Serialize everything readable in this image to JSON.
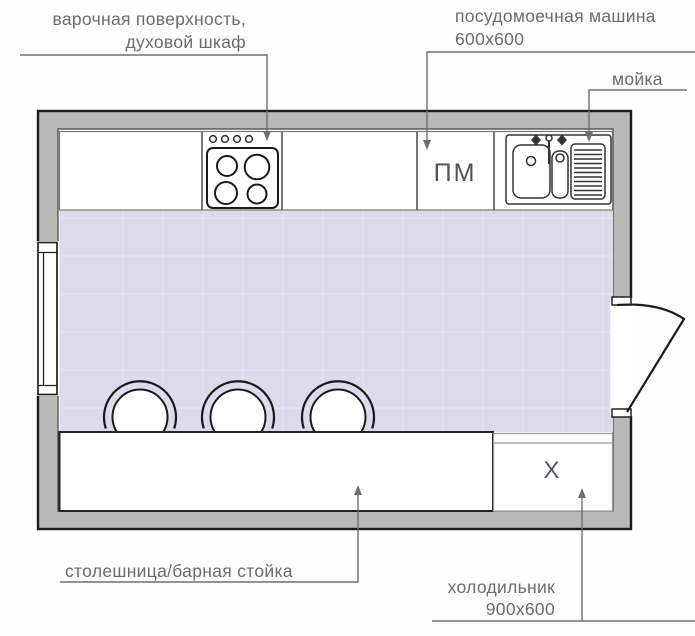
{
  "title": "kitchen floor plan",
  "labels": {
    "hob_oven": {
      "line1": "варочная поверхность,",
      "line2": "духовой шкаф"
    },
    "dishwasher": {
      "line1": "посудомоечная машина",
      "line2": "600х600"
    },
    "sink": {
      "text": "мойка"
    },
    "countertop": {
      "text": "столешница/барная стойка"
    },
    "fridge": {
      "line1": "холодильник",
      "line2": "900х600"
    }
  },
  "plan_marks": {
    "dishwasher": "ПМ",
    "fridge": "Х"
  },
  "symbols": [
    "hob-symbol",
    "oven-knobs",
    "dishwasher-cell",
    "sink-symbol",
    "bar-stool-symbol",
    "door-swing-symbol",
    "window-symbol",
    "fridge-symbol"
  ],
  "colors": {
    "wall": "#b9b9b9",
    "wall_outline": "#1a1a1a",
    "floor": "#dcdaeb",
    "floor_grid": "#eae8f4",
    "leader": "#6e6e6e",
    "label_text": "#6c6c6c",
    "mark_text": "#54555c"
  }
}
